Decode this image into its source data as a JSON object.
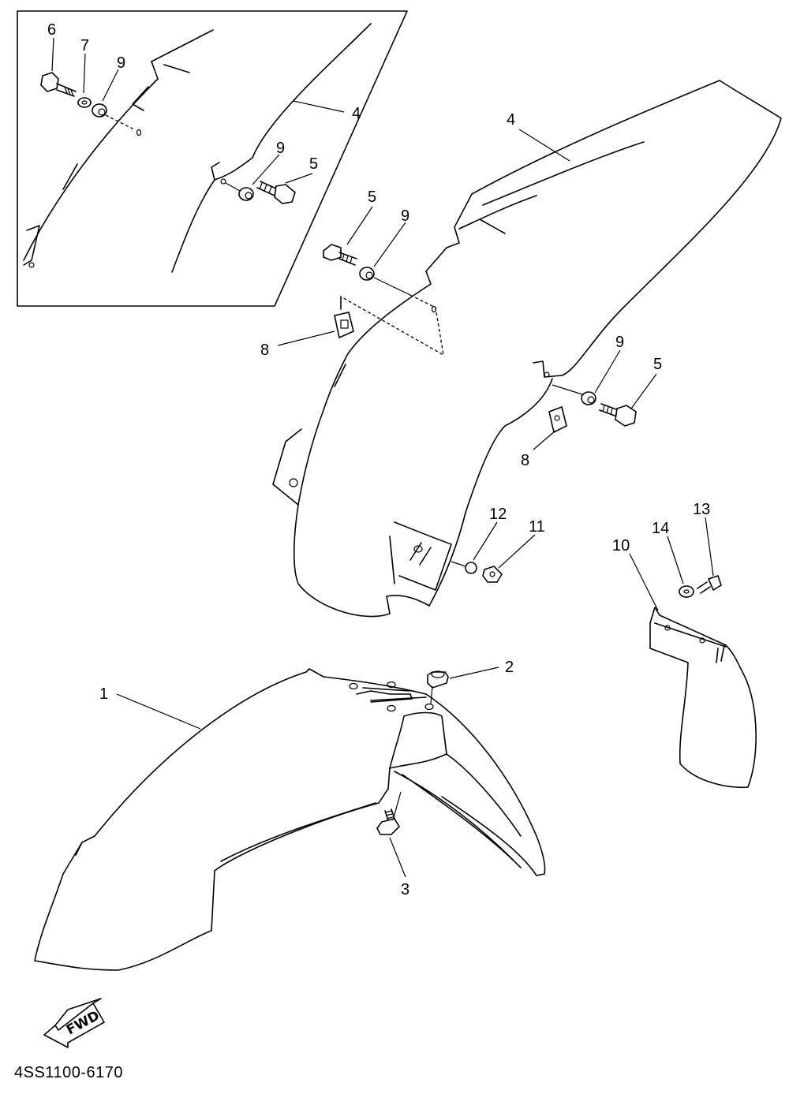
{
  "callouts": {
    "n1": "1",
    "n2": "2",
    "n3": "3",
    "n4": "4",
    "n5": "5",
    "n6": "6",
    "n7": "7",
    "n8": "8",
    "n9": "9",
    "n10": "10",
    "n11": "11",
    "n12": "12",
    "n13": "13",
    "n14": "14"
  },
  "fwd_label": "FWD",
  "part_code": "4SS1100-6170"
}
